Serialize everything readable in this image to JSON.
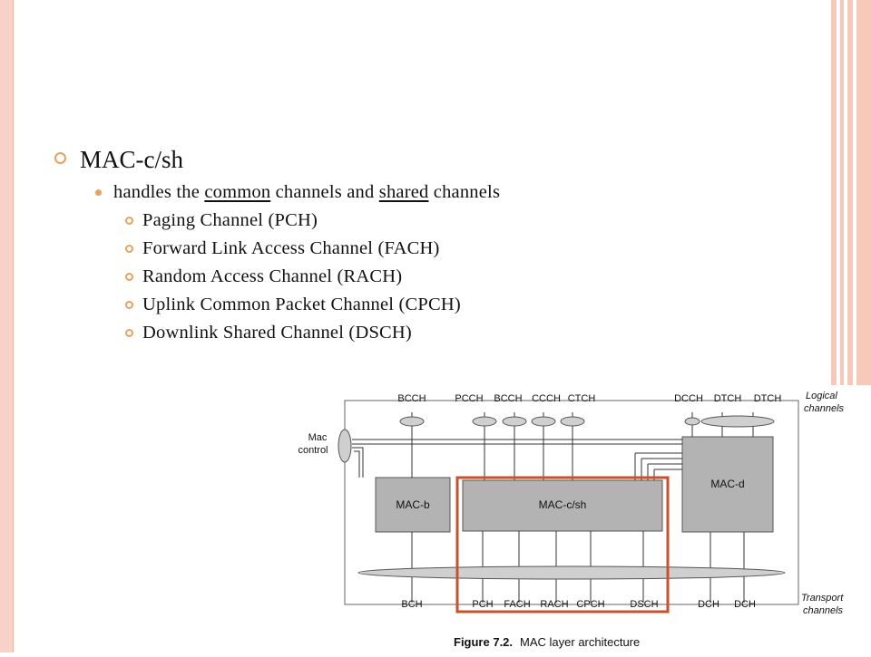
{
  "slide": {
    "heading": "MAC-c/sh",
    "sub": {
      "prefix": "handles the ",
      "common": "common",
      "middle": " channels and ",
      "shared": "shared",
      "suffix": " channels"
    },
    "channels": [
      "Paging Channel (PCH)",
      "Forward Link Access Channel (FACH)",
      "Random Access Channel (RACH)",
      "Uplink Common Packet Channel (CPCH)",
      "Downlink Shared Channel (DSCH)"
    ]
  },
  "diagram": {
    "logical_top": [
      "BCCH",
      "PCCH",
      "BCCH",
      "CCCH",
      "CTCH",
      "DCCH",
      "DTCH",
      "DTCH"
    ],
    "logical_channels_label": [
      "Logical",
      "channels"
    ],
    "mac_control_label": [
      "Mac",
      "control"
    ],
    "blocks": {
      "mac_b": "MAC-b",
      "mac_csh": "MAC-c/sh",
      "mac_d": "MAC-d"
    },
    "transport_bottom": [
      "BCH",
      "PCH",
      "FACH",
      "RACH",
      "CPCH",
      "DSCH",
      "DCH",
      "DCH"
    ],
    "transport_channels_label": [
      "Transport",
      "channels"
    ],
    "caption_bold": "Figure 7.2.",
    "caption_text": "MAC layer architecture"
  },
  "colors": {
    "accent": "#e9a15b",
    "highlight": "#c8502a",
    "block_fill": "#b3b3b3",
    "pink": "#f6c9b9"
  }
}
